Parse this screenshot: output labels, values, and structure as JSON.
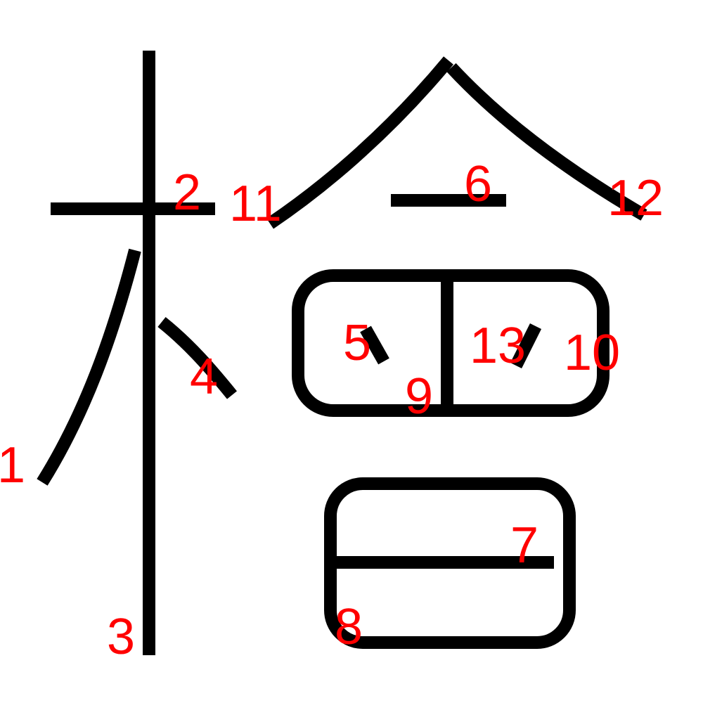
{
  "strokes": [
    {
      "id": "1",
      "label": "1"
    },
    {
      "id": "2",
      "label": "2"
    },
    {
      "id": "3",
      "label": "3"
    },
    {
      "id": "4",
      "label": "4"
    },
    {
      "id": "5",
      "label": "5"
    },
    {
      "id": "6",
      "label": "6"
    },
    {
      "id": "7",
      "label": "7"
    },
    {
      "id": "8",
      "label": "8"
    },
    {
      "id": "9",
      "label": "9"
    },
    {
      "id": "10",
      "label": "10"
    },
    {
      "id": "11",
      "label": "11"
    },
    {
      "id": "12",
      "label": "12"
    },
    {
      "id": "13",
      "label": "13"
    }
  ],
  "colors": {
    "stroke": "#000000",
    "number": "#ff0000",
    "background": "#ffffff"
  }
}
